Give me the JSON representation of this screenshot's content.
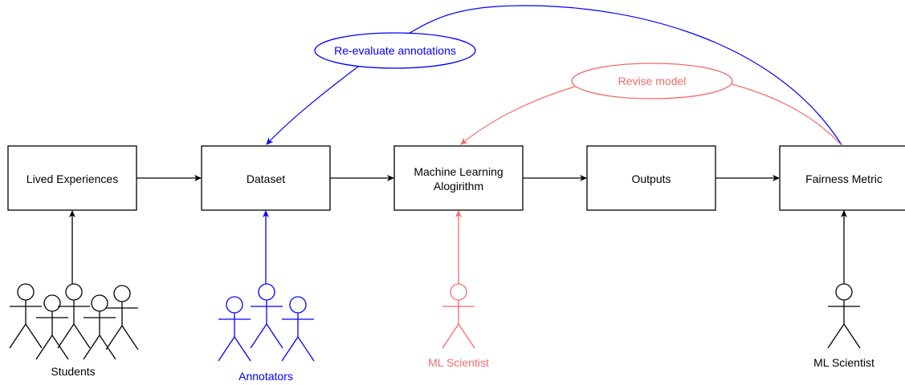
{
  "colors": {
    "black": "#000000",
    "annotator_blue": "#0000ff",
    "scientist_red": "#f26b6b"
  },
  "boxes": {
    "lived_experiences": "Lived Experiences",
    "dataset": "Dataset",
    "ml_algorithm_line1": "Machine Learning",
    "ml_algorithm_line2": "Alogirithm",
    "outputs": "Outputs",
    "fairness_metric": "Fairness Metric"
  },
  "feedback": {
    "reevaluate": "Re-evaluate annotations",
    "revise": "Revise model"
  },
  "actors": {
    "students": "Students",
    "annotators": "Annotators",
    "ml_scientist_red": "ML Scientist",
    "ml_scientist_black": "ML Scientist"
  }
}
